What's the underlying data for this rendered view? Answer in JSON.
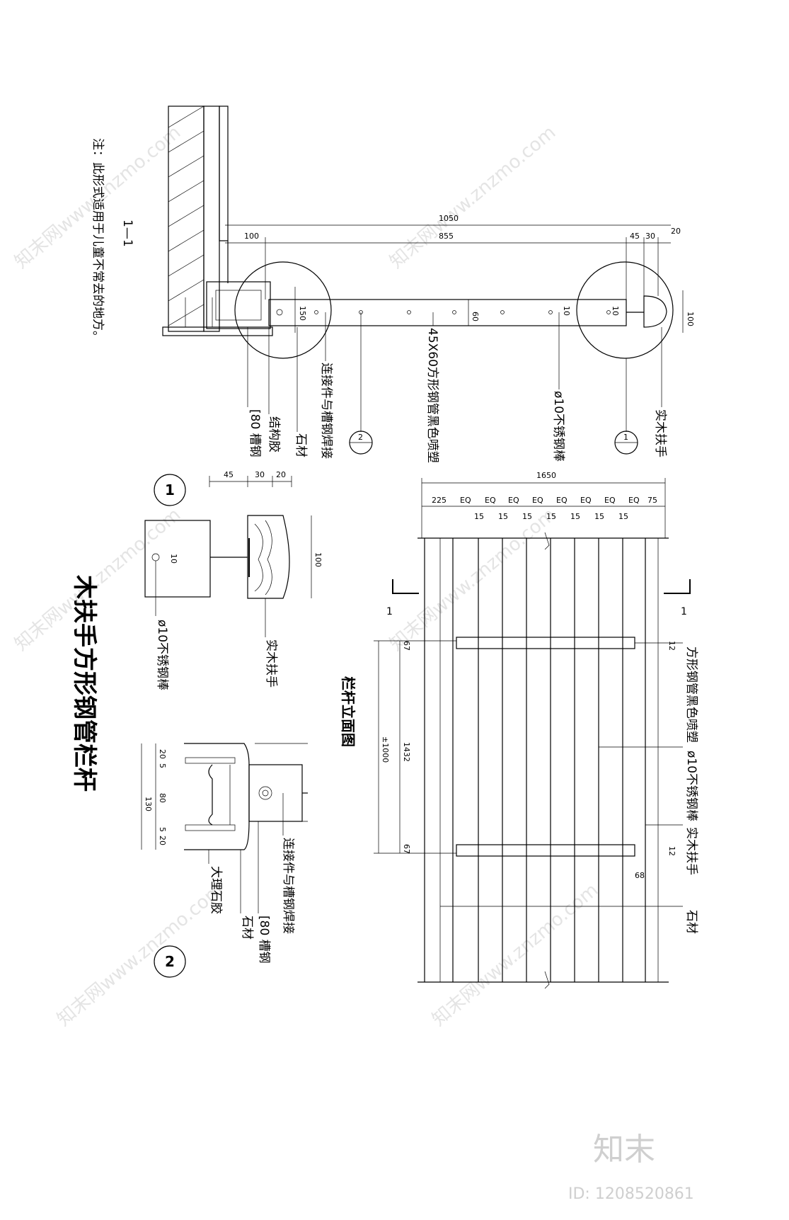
{
  "title": "木扶手方形钢管栏杆",
  "section_title": "1—1",
  "elevation_title": "栏杆立面图",
  "note": "注：此形式适用于儿童不常去的地方。",
  "labels": {
    "handrail": "实木扶手",
    "steel_tube": "45X60方形钢管黑色喷塑",
    "rod": "ø10不锈钢棒",
    "connector": "连接件与槽钢焊接",
    "stone": "石材",
    "glue": "结构胶",
    "channel": "[80  槽钢",
    "marble_glue": "大理石胶",
    "elev_tube": "方形钢管黑色喷塑",
    "elev_rod": "ø10不锈钢棒",
    "elev_handrail": "实木扶手",
    "elev_stone": "石材"
  },
  "markers": {
    "m1": "1",
    "m2": "2",
    "s1a": "1",
    "s1b": "1"
  },
  "dims": {
    "d1050": "1050",
    "d855": "855",
    "d100a": "100",
    "d45": "45",
    "d30": "30",
    "d20": "20",
    "d100b": "100",
    "d60": "60",
    "d150": "150",
    "d10a": "10",
    "d10b": "10",
    "d1650": "1650",
    "d225": "225",
    "d75": "75",
    "eq": "EQ",
    "d15": "15",
    "d1432": "1432",
    "d1000": "±1000",
    "d67": "67",
    "d12": "12",
    "d68": "68",
    "d45b": "45",
    "d30b": "30",
    "d20b": "20",
    "d100c": "100",
    "d10c": "10",
    "d130": "130",
    "d20c": "20",
    "d5": "5",
    "d80": "80"
  },
  "watermark": "知末网www.znzmo.com",
  "brand": "知末",
  "id_text": "ID: 1208520861"
}
